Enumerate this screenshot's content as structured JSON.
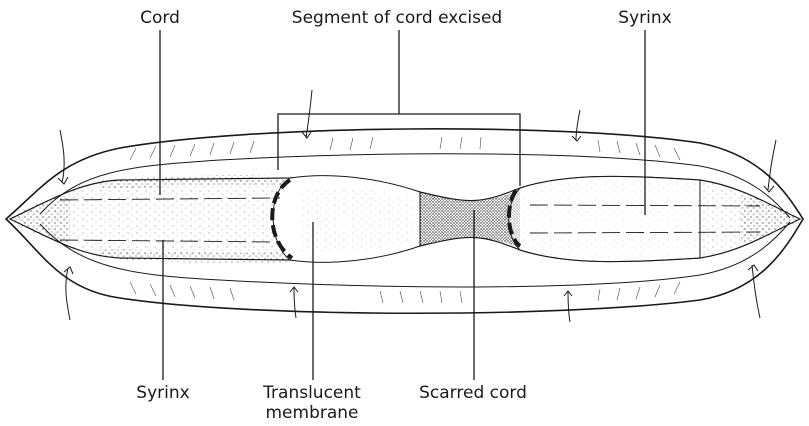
{
  "labels": {
    "cord": "Cord",
    "segment_excised": "Segment of cord excised",
    "syrinx_top": "Syrinx",
    "syrinx_bottom": "Syrinx",
    "translucent_line1": "Translucent",
    "translucent_line2": "membrane",
    "scarred_cord": "Scarred cord"
  },
  "colors": {
    "ink": "#1a1a1a",
    "background": "#ffffff"
  }
}
